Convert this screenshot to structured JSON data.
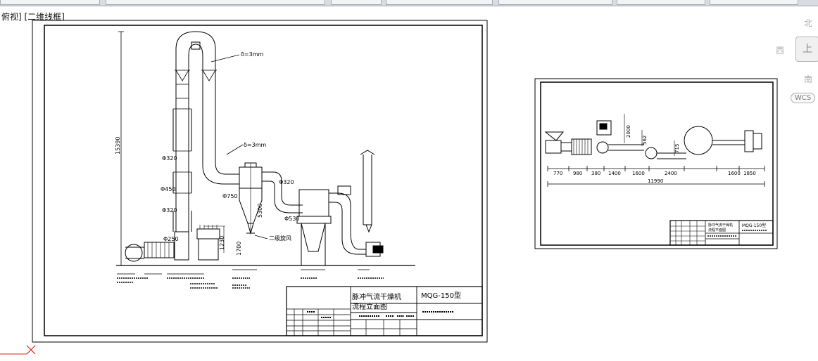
{
  "viewport_label": "俯视] [二维线框]",
  "view_cube": {
    "north": "北",
    "west": "西",
    "south": "南",
    "top_face": "上",
    "wcs_label": "WCS"
  },
  "left_sheet": {
    "labels": {
      "delta3": "δ=3mm",
      "delta3b": "δ=3mm",
      "height": "15390",
      "d320a": "Φ320",
      "d450": "Φ450",
      "d320b": "Φ320",
      "d250": "Φ250",
      "d750": "Φ750",
      "d320c": "Φ320",
      "d530": "Φ530",
      "dim5300": "5300",
      "dim1700": "1700",
      "dim1230": "1230",
      "cyclone_note": "二级旋风"
    },
    "title_block": {
      "title_line1": "脉冲气流干燥机",
      "title_line2": "流程立面图",
      "model": "MQG-150型"
    }
  },
  "right_sheet": {
    "dims": {
      "d770": "770",
      "d980": "980",
      "d380": "380",
      "d1400": "1400",
      "d1600a": "1600",
      "d2400": "2400",
      "d1600b": "1600",
      "d1850": "1850",
      "total": "11990",
      "h2000": "2000",
      "h562": "562",
      "h715": "715"
    },
    "title_block": {
      "title_line1": "脉冲气流干燥机",
      "title_line2": "流程平面图",
      "model": "MQG-150型"
    }
  }
}
